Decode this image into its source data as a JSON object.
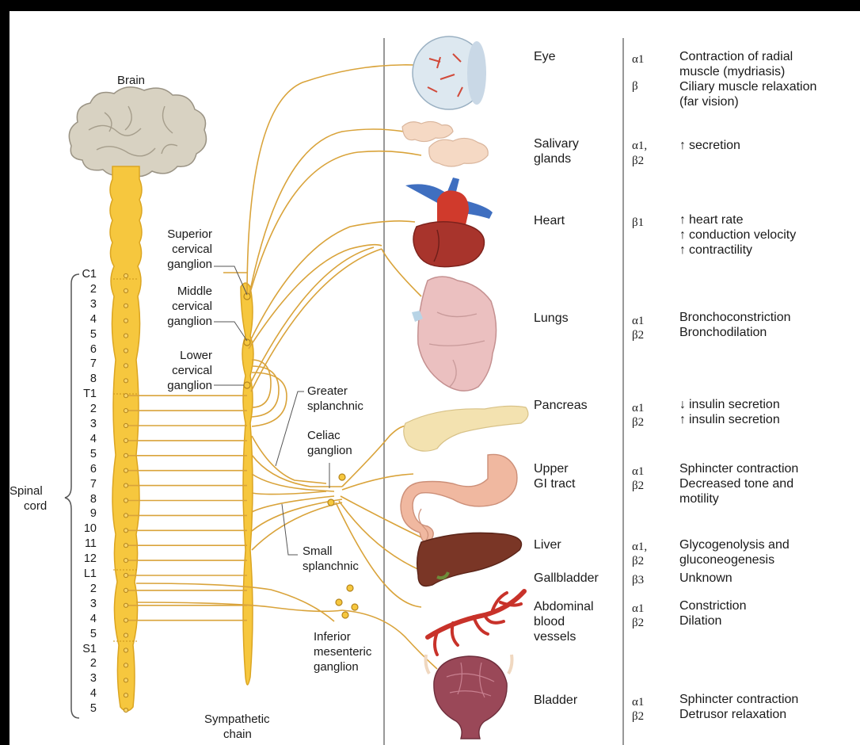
{
  "labels": {
    "brain": "Brain",
    "spinal_cord": [
      "Spinal",
      "cord"
    ],
    "superior_ganglion": [
      "Superior",
      "cervical",
      "ganglion"
    ],
    "middle_ganglion": [
      "Middle",
      "cervical",
      "ganglion"
    ],
    "lower_ganglion": [
      "Lower",
      "cervical",
      "ganglion"
    ],
    "greater_splanchnic": [
      "Greater",
      "splanchnic"
    ],
    "celiac_ganglion": [
      "Celiac",
      "ganglion"
    ],
    "small_splanchnic": [
      "Small",
      "splanchnic"
    ],
    "inferior_mesenteric": [
      "Inferior",
      "mesenteric",
      "ganglion"
    ],
    "sympathetic_chain": [
      "Sympathetic",
      "chain"
    ]
  },
  "segments": [
    "C1",
    "2",
    "3",
    "4",
    "5",
    "6",
    "7",
    "8",
    "T1",
    "2",
    "3",
    "4",
    "5",
    "6",
    "7",
    "8",
    "9",
    "10",
    "11",
    "12",
    "L1",
    "2",
    "3",
    "4",
    "5",
    "S1",
    "2",
    "3",
    "4",
    "5"
  ],
  "organs": [
    {
      "name": [
        "Eye"
      ],
      "receptors": [
        "α1",
        "β"
      ],
      "effects": [
        "Contraction of radial",
        "muscle (mydriasis)",
        "Ciliary muscle relaxation",
        "(far vision)"
      ]
    },
    {
      "name": [
        "Salivary",
        "glands"
      ],
      "receptors": [
        "α1,",
        "β2"
      ],
      "effects": [
        "secretion"
      ],
      "arrows": [
        "up"
      ]
    },
    {
      "name": [
        "Heart"
      ],
      "receptors": [
        "β1"
      ],
      "effects": [
        "heart rate",
        "conduction velocity",
        "contractility"
      ],
      "arrows": [
        "up",
        "up",
        "up"
      ]
    },
    {
      "name": [
        "Lungs"
      ],
      "receptors": [
        "α1",
        "β2"
      ],
      "effects": [
        "Bronchoconstriction",
        "Bronchodilation"
      ]
    },
    {
      "name": [
        "Pancreas"
      ],
      "receptors": [
        "α1",
        "β2"
      ],
      "effects": [
        "insulin secretion",
        "insulin secretion"
      ],
      "arrows": [
        "down",
        "up"
      ]
    },
    {
      "name": [
        "Upper",
        "GI tract"
      ],
      "receptors": [
        "α1",
        "β2"
      ],
      "effects": [
        "Sphincter contraction",
        "Decreased tone and",
        "motility"
      ]
    },
    {
      "name": [
        "Liver"
      ],
      "receptors": [
        "α1,",
        "β2"
      ],
      "effects": [
        "Glycogenolysis and",
        "gluconeogenesis"
      ]
    },
    {
      "name": [
        "Gallbladder"
      ],
      "receptors": [
        "β3"
      ],
      "effects": [
        "Unknown"
      ]
    },
    {
      "name": [
        "Abdominal",
        "blood",
        "vessels"
      ],
      "receptors": [
        "α1",
        "β2"
      ],
      "effects": [
        "Constriction",
        "Dilation"
      ]
    },
    {
      "name": [
        "Bladder"
      ],
      "receptors": [
        "α1",
        "β2"
      ],
      "effects": [
        "Sphincter contraction",
        "Detrusor relaxation"
      ]
    }
  ],
  "colors": {
    "nerve": "#d9a33a",
    "cord": "#f6c73e",
    "cord_edge": "#dba521",
    "brain": "#d8d2c2",
    "heart": "#a8342c",
    "artery": "#d03a2c",
    "vein": "#3f6fc0"
  }
}
